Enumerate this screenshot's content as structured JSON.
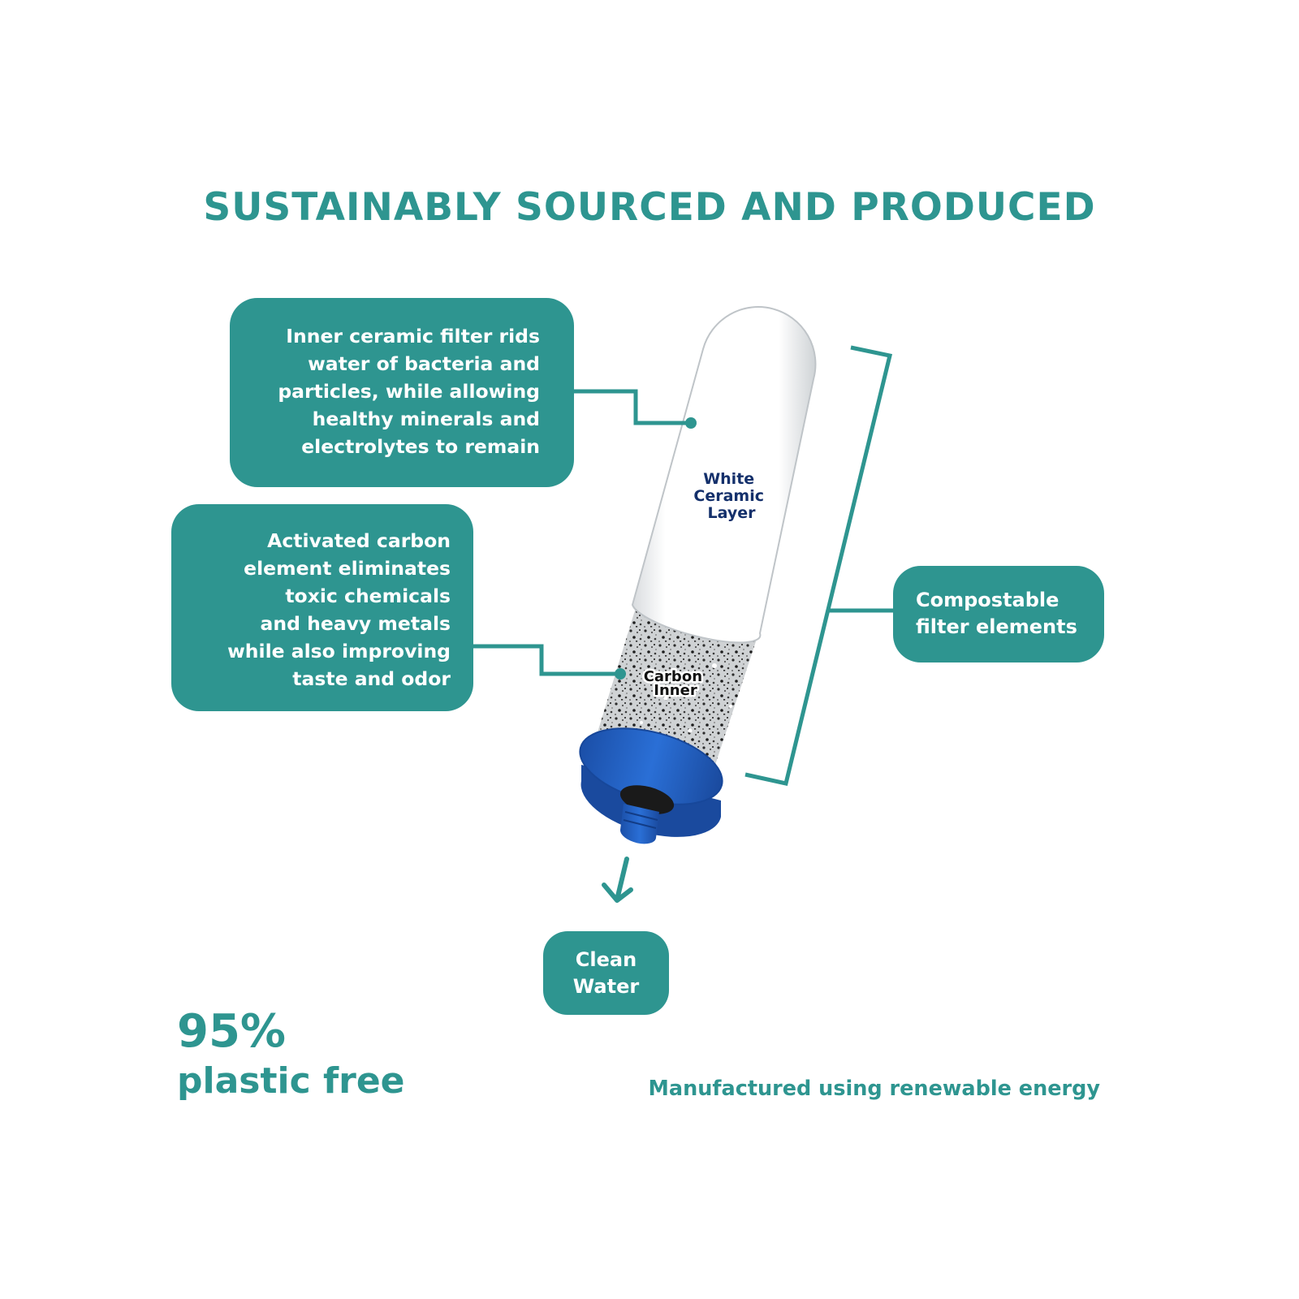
{
  "title": "SUSTAINABLY SOURCED AND PRODUCED",
  "callouts": {
    "ceramic": [
      "Inner ceramic filter rids",
      "water of bacteria and",
      "particles, while allowing",
      "healthy minerals and",
      "electrolytes to remain"
    ],
    "carbon": [
      "Activated carbon",
      "element eliminates",
      "toxic chemicals",
      "and heavy metals",
      "while also improving",
      "taste and odor"
    ],
    "compostable": [
      "Compostable",
      "filter elements"
    ],
    "clean_water": [
      "Clean",
      "Water"
    ]
  },
  "filter_labels": {
    "ceramic": [
      "White",
      "Ceramic",
      "Layer"
    ],
    "carbon": [
      "Carbon",
      "Inner"
    ]
  },
  "stat": {
    "value": "95%",
    "label": "plastic free"
  },
  "footer": "Manufactured using renewable energy",
  "colors": {
    "teal": "#2e9590",
    "navy_text": "#14306b",
    "cap_blue": "#1f5fc4",
    "white": "#ffffff"
  }
}
